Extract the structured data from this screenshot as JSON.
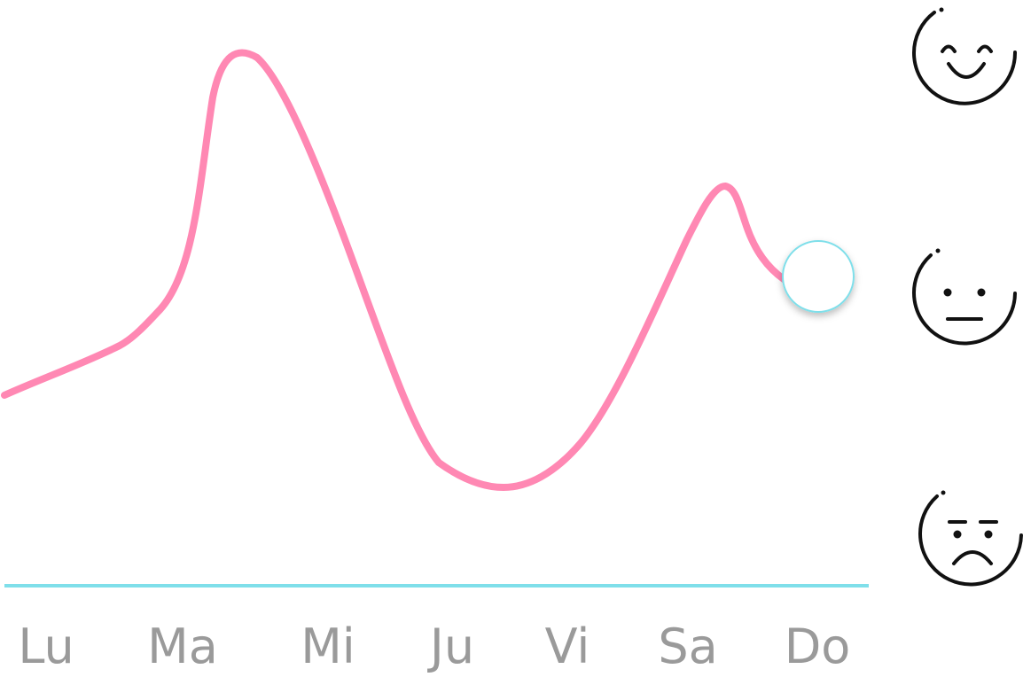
{
  "chart_data": {
    "type": "line",
    "categories": [
      "Lu",
      "Ma",
      "Mi",
      "Ju",
      "Vi",
      "Sa",
      "Do"
    ],
    "series": [
      {
        "values": [
          0.35,
          1.0,
          0.6,
          0.12,
          0.35,
          0.85,
          0.62
        ]
      }
    ],
    "ylim": [
      0,
      1.15
    ],
    "y_tick_icons": [
      "happy-face-icon",
      "neutral-face-icon",
      "sad-face-icon"
    ],
    "grid": false,
    "colors": {
      "line": "#ff88b3",
      "baseline": "#7fdfea",
      "marker_stroke": "#7fdfea",
      "marker_fill": "#ffffff",
      "labels": "#9a9a9a",
      "icons": "#111111"
    }
  }
}
